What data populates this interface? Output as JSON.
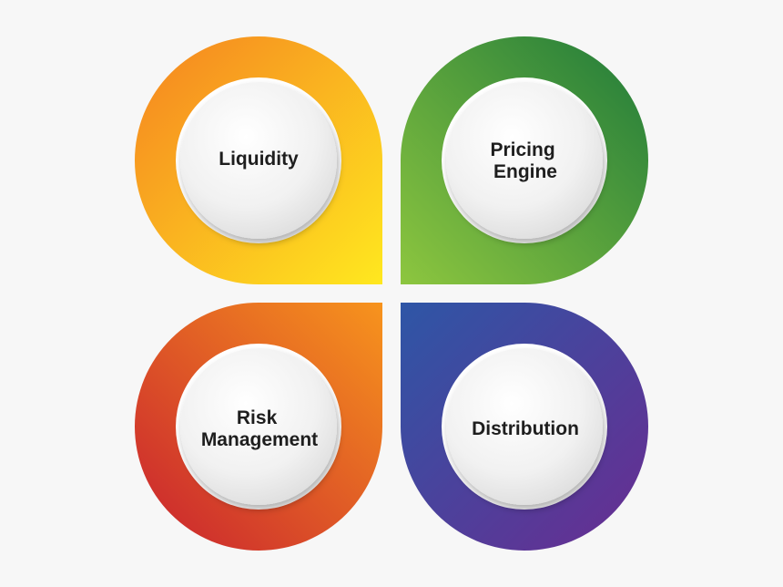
{
  "petals": [
    {
      "id": "liquidity",
      "lines": [
        "Liquidity"
      ],
      "colors": [
        "#f58220",
        "#ffe81f"
      ]
    },
    {
      "id": "pricing",
      "lines": [
        "Pricing",
        "Engine"
      ],
      "colors": [
        "#1f7a3a",
        "#8dc63f"
      ]
    },
    {
      "id": "risk",
      "lines": [
        "Risk",
        "Management"
      ],
      "colors": [
        "#f7941d",
        "#c8202f"
      ]
    },
    {
      "id": "distribution",
      "lines": [
        "Distribution"
      ],
      "colors": [
        "#2e56a6",
        "#6a2c91"
      ]
    }
  ]
}
